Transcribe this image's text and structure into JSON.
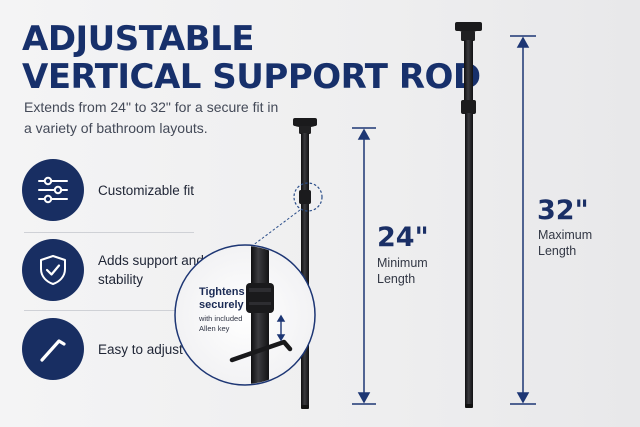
{
  "title": {
    "line1": "ADJUSTABLE",
    "line2": "VERTICAL SUPPORT ROD"
  },
  "subtitle": "Extends from 24\" to 32\" for a secure fit in a variety of bathroom layouts.",
  "features": [
    {
      "label": "Customizable fit",
      "icon": "sliders-icon"
    },
    {
      "label": "Adds support and stability",
      "icon": "shield-check-icon"
    },
    {
      "label": "Easy to adjust",
      "icon": "allen-key-icon"
    }
  ],
  "inset": {
    "heading": "Tightens securely",
    "caption": "with included Allen key"
  },
  "min": {
    "value": "24\"",
    "label": "Minimum Length"
  },
  "max": {
    "value": "32\"",
    "label": "Maximum Length"
  },
  "colors": {
    "navy": "#182e62",
    "rod": "#1d1d1f",
    "background": "#f0f0f1"
  }
}
